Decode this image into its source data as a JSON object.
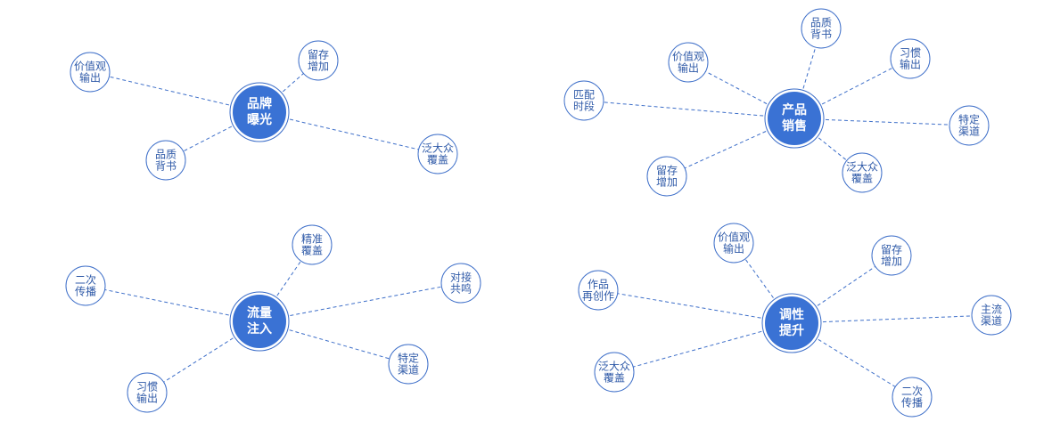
{
  "clusters": [
    {
      "id": "brand",
      "hub": {
        "lines": [
          "品牌",
          "曝光"
        ]
      },
      "leaves": [
        {
          "lines": [
            "价值观",
            "输出"
          ]
        },
        {
          "lines": [
            "留存",
            "增加"
          ]
        },
        {
          "lines": [
            "品质",
            "背书"
          ]
        },
        {
          "lines": [
            "泛大众",
            "覆盖"
          ]
        }
      ]
    },
    {
      "id": "sales",
      "hub": {
        "lines": [
          "产品",
          "销售"
        ]
      },
      "leaves": [
        {
          "lines": [
            "品质",
            "背书"
          ]
        },
        {
          "lines": [
            "价值观",
            "输出"
          ]
        },
        {
          "lines": [
            "习惯",
            "输出"
          ]
        },
        {
          "lines": [
            "匹配",
            "时段"
          ]
        },
        {
          "lines": [
            "特定",
            "渠道"
          ]
        },
        {
          "lines": [
            "留存",
            "增加"
          ]
        },
        {
          "lines": [
            "泛大众",
            "覆盖"
          ]
        }
      ]
    },
    {
      "id": "traffic",
      "hub": {
        "lines": [
          "流量",
          "注入"
        ]
      },
      "leaves": [
        {
          "lines": [
            "精准",
            "覆盖"
          ]
        },
        {
          "lines": [
            "二次",
            "传播"
          ]
        },
        {
          "lines": [
            "对接",
            "共鸣"
          ]
        },
        {
          "lines": [
            "特定",
            "渠道"
          ]
        },
        {
          "lines": [
            "习惯",
            "输出"
          ]
        }
      ]
    },
    {
      "id": "tone",
      "hub": {
        "lines": [
          "调性",
          "提升"
        ]
      },
      "leaves": [
        {
          "lines": [
            "价值观",
            "输出"
          ]
        },
        {
          "lines": [
            "留存",
            "增加"
          ]
        },
        {
          "lines": [
            "作品",
            "再创作"
          ]
        },
        {
          "lines": [
            "主流",
            "渠道"
          ]
        },
        {
          "lines": [
            "泛大众",
            "覆盖"
          ]
        },
        {
          "lines": [
            "二次",
            "传播"
          ]
        }
      ]
    }
  ]
}
